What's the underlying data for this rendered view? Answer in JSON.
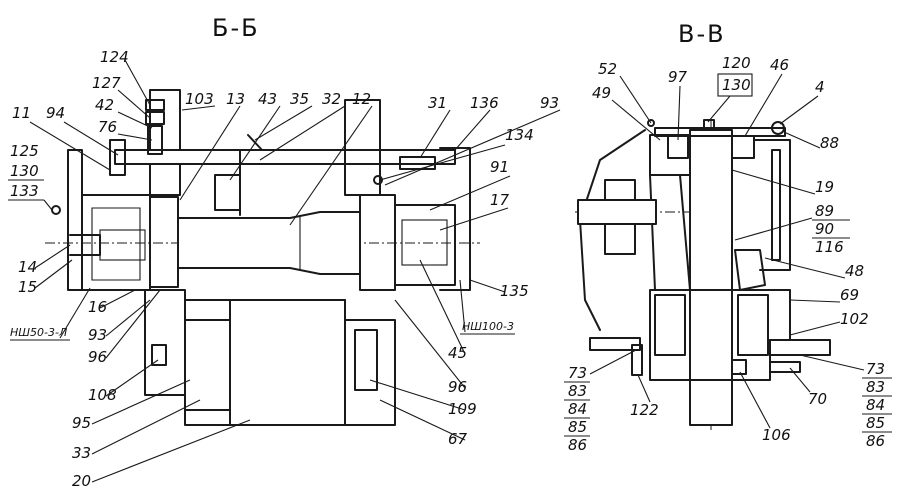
{
  "views": {
    "left": {
      "title": "Б-Б"
    },
    "right": {
      "title": "В-В"
    }
  },
  "left_labels": {
    "l124": "124",
    "l127": "127",
    "l42": "42",
    "l76": "76",
    "l103": "103",
    "l13": "13",
    "l43": "43",
    "l35": "35",
    "l32": "32",
    "l12": "12",
    "l31": "31",
    "l136": "136",
    "l93top": "93",
    "l134": "134",
    "l91": "91",
    "l17": "17",
    "l11": "11",
    "l94": "94",
    "l125": "125",
    "l130": "130",
    "l133": "133",
    "l14": "14",
    "l15": "15",
    "l16": "16",
    "l93": "93",
    "l96a": "96",
    "l108": "108",
    "l95": "95",
    "l33": "33",
    "l20": "20",
    "l45": "45",
    "l96b": "96",
    "l109": "109",
    "l67": "67",
    "l135": "135",
    "nsh50": "НШ50-3-Л",
    "nsh100": "НШ100-3"
  },
  "right_labels": {
    "r52": "52",
    "r49": "49",
    "r97": "97",
    "r120": "120",
    "r130": "130",
    "r46": "46",
    "r4": "4",
    "r88": "88",
    "r19": "19",
    "r89": "89",
    "r90": "90",
    "r116": "116",
    "r48": "48",
    "r69": "69",
    "r102": "102",
    "r73a": "73",
    "r83a": "83",
    "r84a": "84",
    "r85a": "85",
    "r86a": "86",
    "r122": "122",
    "r106": "106",
    "r70": "70",
    "r73b": "73",
    "r83b": "83",
    "r84b": "84",
    "r85b": "85",
    "r86b": "86"
  }
}
